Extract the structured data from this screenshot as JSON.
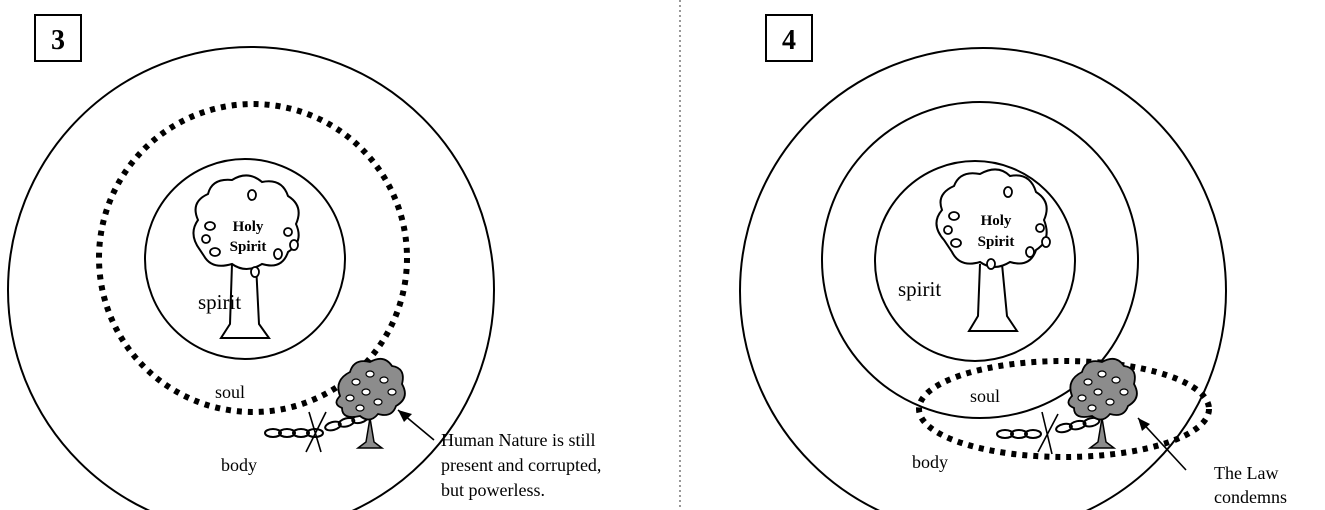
{
  "panels": [
    {
      "number": "3",
      "tree_label_line1": "Holy",
      "tree_label_line2": "Spirit",
      "spirit_label": "spirit",
      "soul_label": "soul",
      "body_label": "body",
      "annotation_lines": [
        "Human Nature is still",
        "present and corrupted,",
        "but powerless."
      ]
    },
    {
      "number": "4",
      "tree_label_line1": "Holy",
      "tree_label_line2": "Spirit",
      "spirit_label": "spirit",
      "soul_label": "soul",
      "body_label": "body",
      "annotation_lines": [
        "The Law",
        "condemns"
      ]
    }
  ],
  "colors": {
    "ink": "#000000",
    "corrupt_tree_fill": "#8c8c8c",
    "divider": "#555555"
  }
}
